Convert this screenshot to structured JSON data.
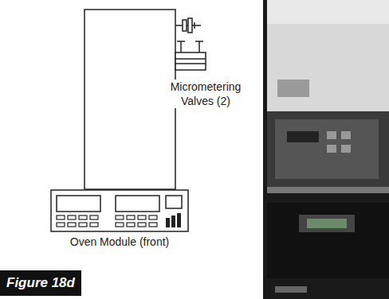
{
  "diagram": {
    "caption": "Figure 18d",
    "nodes": [
      {
        "text": [
          "Oven Module (front)"
        ]
      }
    ],
    "labels": [
      "Micrometering Valves (2)"
    ]
  }
}
